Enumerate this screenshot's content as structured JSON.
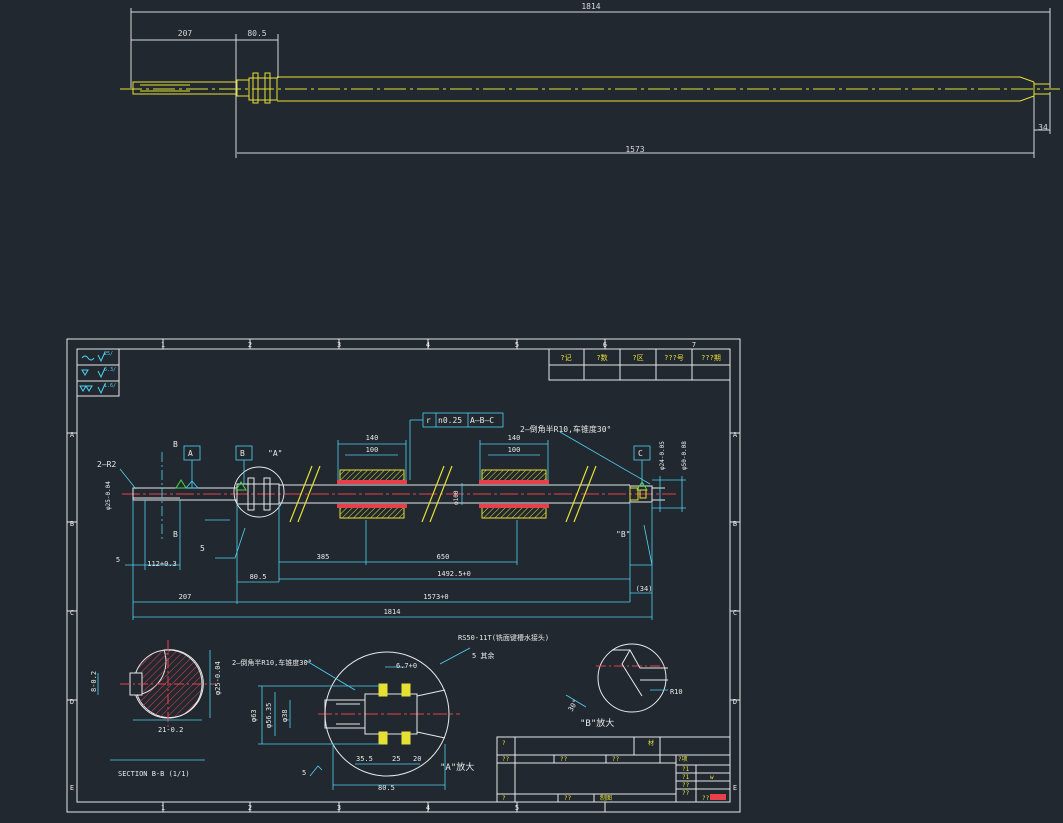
{
  "top_view": {
    "dim_overall": "1814",
    "dim_left": "207",
    "dim_collar": "80.5",
    "dim_shaft": "1573",
    "dim_tip": "34"
  },
  "sheet": {
    "col_numbers": [
      "1",
      "2",
      "3",
      "4",
      "5",
      "6",
      "7"
    ],
    "row_letters": [
      "A",
      "B",
      "C",
      "D",
      "E"
    ],
    "revision_headers": [
      "?记",
      "?数",
      "?区",
      "???号",
      "???期"
    ],
    "surface_legend": [
      "25/",
      "6.3/",
      "1.6/"
    ],
    "gtol_symbol": "r",
    "gtol_value": "n0.25",
    "gtol_datum": "A–B–C",
    "datums": [
      "A",
      "B",
      "C"
    ],
    "chamfer_right": "2–倒角半R10,车锥度30°",
    "chamfer_left": "2–R2",
    "view_a_mark": "\"A\"",
    "view_b_mark": "\"B\"",
    "view_b_mark2": "\"B\"",
    "sec_letter": "B",
    "dims": {
      "d140a": "140",
      "d100a": "100",
      "d140b": "140",
      "d100b": "100",
      "phi100": "φ100",
      "phi25_left": "φ25-0.04",
      "phi24": "φ24-0.05",
      "phi50": "φ50-0.08",
      "d5": "5",
      "d112": "112+0.3",
      "d385": "385",
      "d650": "650",
      "d805": "80.5",
      "d1492": "1492.5+0",
      "d207": "207",
      "d1573": "1573+0",
      "d34": "(34)",
      "d1814": "1814",
      "rough5": "5"
    },
    "section": {
      "title": "SECTION B-B (1/1)",
      "d21": "21-0.2",
      "d8": "8-0.2",
      "phi25": "φ25-0.04"
    },
    "detail_a": {
      "title": "\"A\"放大",
      "chamfer": "2–倒角半R10,车锥度30°",
      "thread": "RS50-11T(铣面键槽水接头)",
      "d67": "6.7+0",
      "phi63": "φ63",
      "phi56": "φ56.35",
      "phi38": "φ38",
      "d355": "35.5",
      "d25": "25",
      "d20": "20",
      "d805": "80.5",
      "rough_note": "5 其余",
      "rough5": "5"
    },
    "detail_b": {
      "title": "\"B\"放大",
      "r10": "R10",
      "angle": "30°"
    },
    "title_block": {
      "row1_a": "?",
      "row1_b": "材",
      "row2_a": "??",
      "row2_b": "??",
      "row2_c": "??",
      "row2_d": "?项",
      "side_1": "?1",
      "side_2": "?1",
      "side_3": "??",
      "side_4": "??",
      "side_5": "??",
      "val_w": "w",
      "bottom_1": "?",
      "bottom_2": "??",
      "bottom_3": "制图"
    }
  }
}
